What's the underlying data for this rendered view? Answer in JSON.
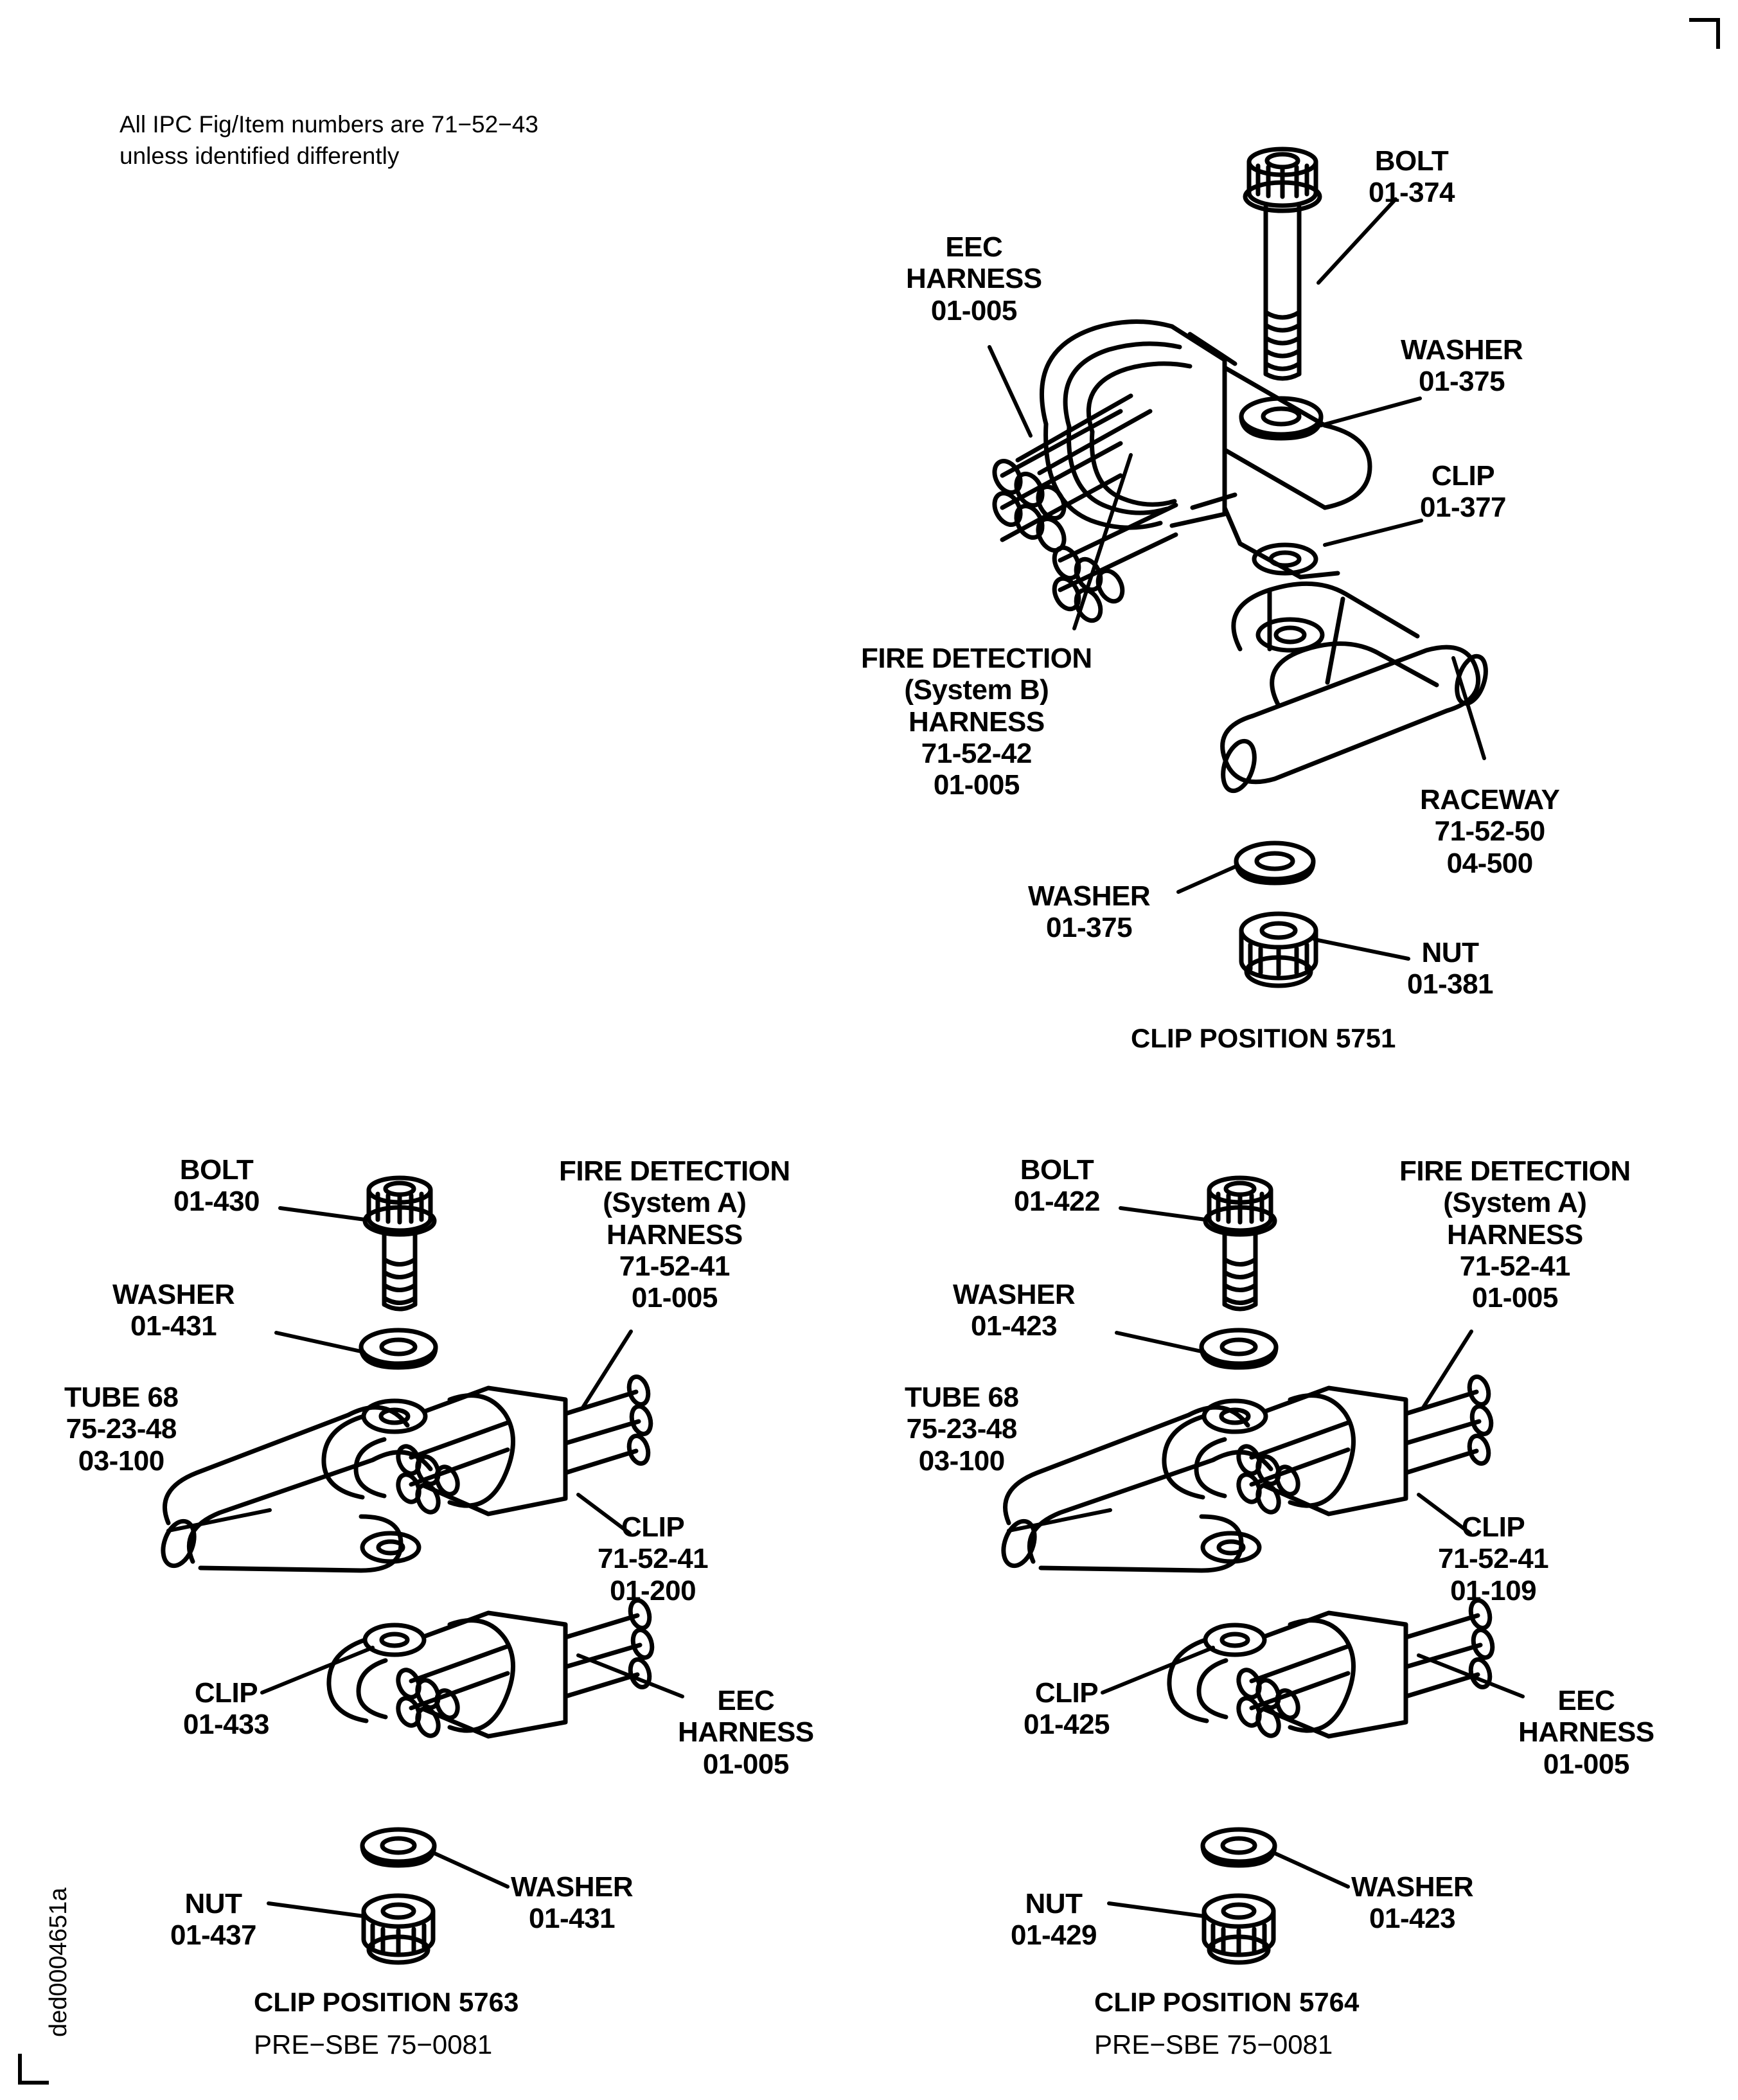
{
  "page": {
    "note_line1": "All IPC Fig/Item numbers are 71−52−43",
    "note_line2": "unless identified differently",
    "drawing_code": "ded0004651a"
  },
  "figures": [
    {
      "id": "clip-position-5751",
      "caption": "CLIP POSITION 5751",
      "caption_sub": "",
      "labels": [
        {
          "id": "bolt",
          "lines": [
            "BOLT",
            "01-374"
          ]
        },
        {
          "id": "eec-harness",
          "lines": [
            "EEC",
            "HARNESS",
            "01-005"
          ]
        },
        {
          "id": "washer-top",
          "lines": [
            "WASHER",
            "01-375"
          ]
        },
        {
          "id": "clip",
          "lines": [
            "CLIP",
            "01-377"
          ]
        },
        {
          "id": "fire-detection",
          "lines": [
            "FIRE DETECTION",
            "(System B)",
            "HARNESS",
            "71-52-42",
            "01-005"
          ]
        },
        {
          "id": "raceway",
          "lines": [
            "RACEWAY",
            "71-52-50",
            "04-500"
          ]
        },
        {
          "id": "washer-bottom",
          "lines": [
            "WASHER",
            "01-375"
          ]
        },
        {
          "id": "nut",
          "lines": [
            "NUT",
            "01-381"
          ]
        }
      ]
    },
    {
      "id": "clip-position-5763",
      "caption": "CLIP POSITION 5763",
      "caption_sub": "PRE−SBE 75−0081",
      "labels": [
        {
          "id": "bolt",
          "lines": [
            "BOLT",
            "01-430"
          ]
        },
        {
          "id": "washer-top",
          "lines": [
            "WASHER",
            "01-431"
          ]
        },
        {
          "id": "tube",
          "lines": [
            "TUBE 68",
            "75-23-48",
            "03-100"
          ]
        },
        {
          "id": "fire-detection",
          "lines": [
            "FIRE DETECTION",
            "(System A)",
            "HARNESS",
            "71-52-41",
            "01-005"
          ]
        },
        {
          "id": "clip-upper",
          "lines": [
            "CLIP",
            "71-52-41",
            "01-200"
          ]
        },
        {
          "id": "clip-lower",
          "lines": [
            "CLIP",
            "01-433"
          ]
        },
        {
          "id": "eec-harness",
          "lines": [
            "EEC",
            "HARNESS",
            "01-005"
          ]
        },
        {
          "id": "washer-bottom",
          "lines": [
            "WASHER",
            "01-431"
          ]
        },
        {
          "id": "nut",
          "lines": [
            "NUT",
            "01-437"
          ]
        }
      ]
    },
    {
      "id": "clip-position-5764",
      "caption": "CLIP POSITION 5764",
      "caption_sub": "PRE−SBE 75−0081",
      "labels": [
        {
          "id": "bolt",
          "lines": [
            "BOLT",
            "01-422"
          ]
        },
        {
          "id": "washer-top",
          "lines": [
            "WASHER",
            "01-423"
          ]
        },
        {
          "id": "tube",
          "lines": [
            "TUBE 68",
            "75-23-48",
            "03-100"
          ]
        },
        {
          "id": "fire-detection",
          "lines": [
            "FIRE DETECTION",
            "(System A)",
            "HARNESS",
            "71-52-41",
            "01-005"
          ]
        },
        {
          "id": "clip-upper",
          "lines": [
            "CLIP",
            "71-52-41",
            "01-109"
          ]
        },
        {
          "id": "clip-lower",
          "lines": [
            "CLIP",
            "01-425"
          ]
        },
        {
          "id": "eec-harness",
          "lines": [
            "EEC",
            "HARNESS",
            "01-005"
          ]
        },
        {
          "id": "washer-bottom",
          "lines": [
            "WASHER",
            "01-423"
          ]
        },
        {
          "id": "nut",
          "lines": [
            "NUT",
            "01-429"
          ]
        }
      ]
    }
  ],
  "text": {
    "fig1": {
      "bolt": "BOLT\n01-374",
      "eec": "EEC\nHARNESS\n01-005",
      "washer_top": "WASHER\n01-375",
      "clip": "CLIP\n01-377",
      "fire": "FIRE DETECTION\n(System B)\nHARNESS\n71-52-42\n01-005",
      "raceway": "RACEWAY\n71-52-50\n04-500",
      "washer_bot": "WASHER\n01-375",
      "nut": "NUT\n01-381",
      "caption": "CLIP POSITION 5751"
    },
    "fig2": {
      "bolt": "BOLT\n01-430",
      "washer_top": "WASHER\n01-431",
      "tube": "TUBE 68\n75-23-48\n03-100",
      "fire": "FIRE DETECTION\n(System A)\nHARNESS\n71-52-41\n01-005",
      "clip_upper": "CLIP\n71-52-41\n01-200",
      "clip_lower": "CLIP\n01-433",
      "eec": "EEC\nHARNESS\n01-005",
      "washer_bot": "WASHER\n01-431",
      "nut": "NUT\n01-437",
      "caption": "CLIP POSITION 5763",
      "caption_sub": "PRE−SBE 75−0081"
    },
    "fig3": {
      "bolt": "BOLT\n01-422",
      "washer_top": "WASHER\n01-423",
      "tube": "TUBE 68\n75-23-48\n03-100",
      "fire": "FIRE DETECTION\n(System A)\nHARNESS\n71-52-41\n01-005",
      "clip_upper": "CLIP\n71-52-41\n01-109",
      "clip_lower": "CLIP\n01-425",
      "eec": "EEC\nHARNESS\n01-005",
      "washer_bot": "WASHER\n01-423",
      "nut": "NUT\n01-429",
      "caption": "CLIP POSITION 5764",
      "caption_sub": "PRE−SBE 75−0081"
    }
  }
}
